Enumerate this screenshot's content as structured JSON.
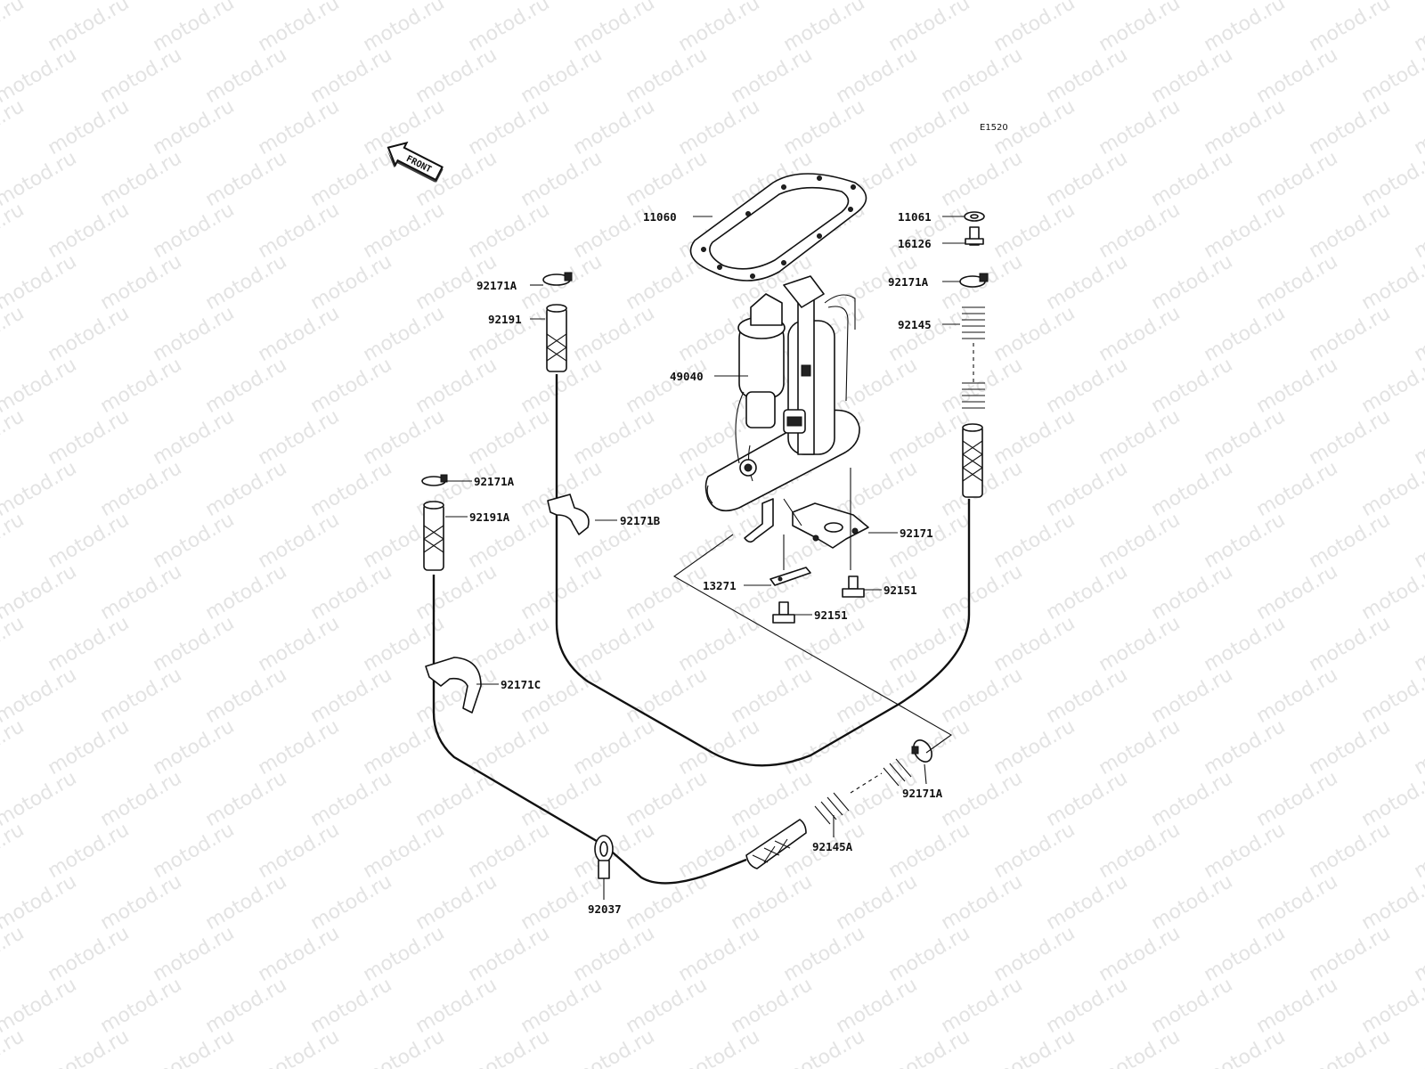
{
  "diagram": {
    "code": "E1520",
    "front_label": "FRONT",
    "watermark": "motod.ru",
    "parts": {
      "p11060": "11060",
      "p11061": "11061",
      "p16126": "16126",
      "p92171A_left_top": "92171A",
      "p92191": "92191",
      "p92171A_right_top": "92171A",
      "p92145": "92145",
      "p49040": "49040",
      "p92171A_left_mid": "92171A",
      "p92191A": "92191A",
      "p92171B": "92171B",
      "p92171": "92171",
      "p13271": "13271",
      "p92151_right": "92151",
      "p92151_center": "92151",
      "p92171C": "92171C",
      "p92171A_bottom": "92171A",
      "p92145A": "92145A",
      "p92037": "92037"
    }
  }
}
